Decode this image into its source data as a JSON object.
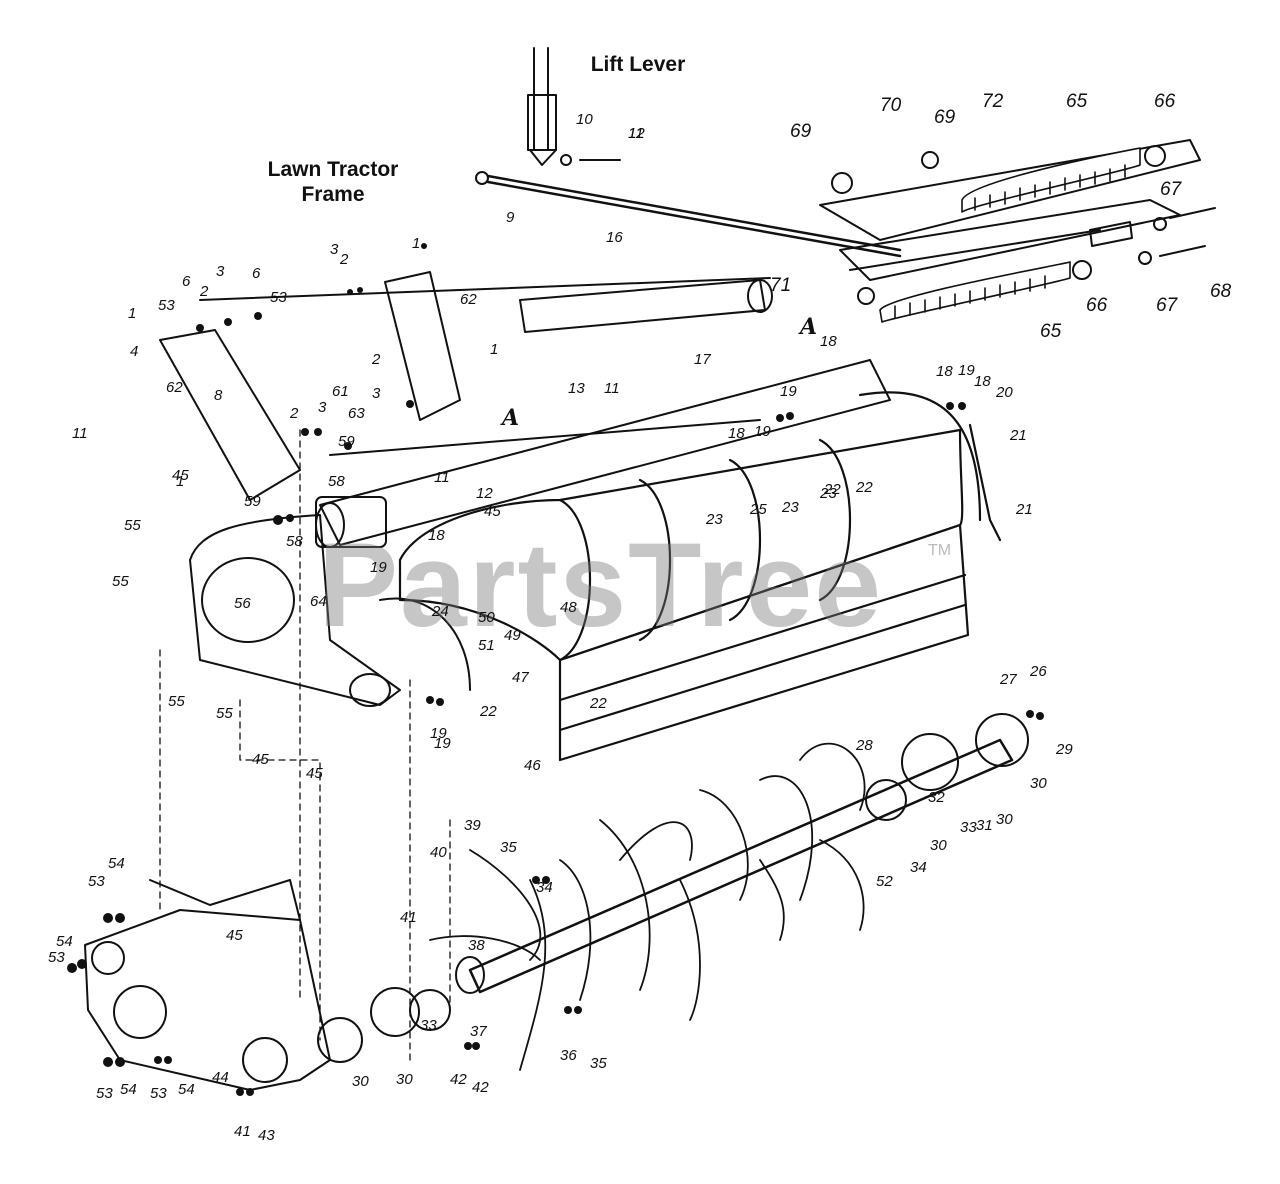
{
  "headings": {
    "lift_lever": "Lift Lever",
    "frame_line1": "Lawn Tractor",
    "frame_line2": "Frame"
  },
  "reference_marks": {
    "a1": "A",
    "a2": "A"
  },
  "watermark": {
    "text": "PartsTree",
    "trademark": "TM"
  },
  "callouts": [
    "1",
    "1",
    "1",
    "1",
    "2",
    "2",
    "2",
    "2",
    "3",
    "3",
    "3",
    "3",
    "4",
    "6",
    "6",
    "8",
    "9",
    "10",
    "11",
    "11",
    "11",
    "11",
    "12",
    "12",
    "13",
    "16",
    "17",
    "18",
    "18",
    "18",
    "18",
    "18",
    "19",
    "19",
    "19",
    "19",
    "19",
    "19",
    "20",
    "21",
    "21",
    "22",
    "22",
    "22",
    "22",
    "23",
    "23",
    "23",
    "24",
    "25",
    "26",
    "27",
    "28",
    "29",
    "30",
    "30",
    "30",
    "30",
    "30",
    "31",
    "32",
    "33",
    "33",
    "34",
    "34",
    "35",
    "35",
    "36",
    "37",
    "38",
    "39",
    "40",
    "41",
    "41",
    "42",
    "42",
    "43",
    "44",
    "45",
    "45",
    "45",
    "45",
    "45",
    "46",
    "47",
    "48",
    "49",
    "50",
    "51",
    "52",
    "53",
    "53",
    "53",
    "53",
    "53",
    "53",
    "54",
    "54",
    "54",
    "54",
    "55",
    "55",
    "55",
    "55",
    "56",
    "58",
    "58",
    "59",
    "59",
    "61",
    "62",
    "62",
    "63",
    "64",
    "65",
    "65",
    "66",
    "66",
    "67",
    "67",
    "68",
    "69",
    "69",
    "70",
    "71",
    "72"
  ],
  "colors": {
    "ink": "#111111",
    "paper": "#ffffff",
    "watermark": "#8a8a8a"
  }
}
